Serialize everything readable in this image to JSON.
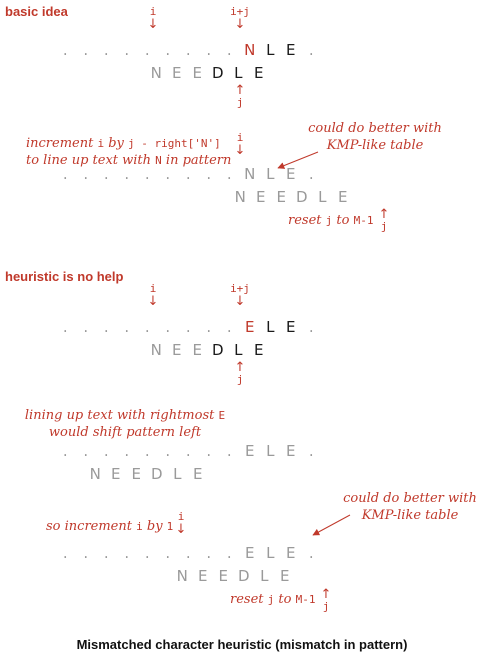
{
  "sections": {
    "basic": "basic idea",
    "heuristic": "heuristic is no help"
  },
  "pointers": {
    "i": "i",
    "j": "j",
    "ij": "i+j",
    "arrow_down": "↓",
    "arrow_up": "↑"
  },
  "notes": {
    "increment_l1_pre": "increment ",
    "increment_l1_code": "i",
    "increment_l1_mid": " by ",
    "increment_l1_code2": "j - right['N']",
    "increment_l2_pre": "to line up text with ",
    "increment_l2_code": "N",
    "increment_l2_post": " in pattern",
    "better_l1": "could do better with",
    "better_l2": "KMP-like table",
    "reset_pre": "reset ",
    "reset_code1": "j",
    "reset_mid": " to ",
    "reset_code2": "M-1",
    "lining_l1_pre": "lining up text with rightmost ",
    "lining_l1_code": "E",
    "lining_l2": "would shift pattern left",
    "so_pre": "so increment ",
    "so_code1": "i",
    "so_mid": " by ",
    "so_code2": "1",
    "reset2_pre": "reset ",
    "reset2_code1": "j",
    "reset2_mid": " to ",
    "reset2_code2": "M-1"
  },
  "rows": {
    "text_dot": ".",
    "r1_text": [
      "N",
      "L",
      "E"
    ],
    "r1_pat": [
      "N",
      "E",
      "E",
      "D",
      "L",
      "E"
    ],
    "r2_text": [
      "N",
      "L",
      "E"
    ],
    "r2_pat": [
      "N",
      "E",
      "E",
      "D",
      "L",
      "E"
    ],
    "r3_text": [
      "E",
      "L",
      "E"
    ],
    "r3_pat": [
      "N",
      "E",
      "E",
      "D",
      "L",
      "E"
    ],
    "r4_text": [
      "E",
      "L",
      "E"
    ],
    "r4_pat": [
      "N",
      "E",
      "E",
      "D",
      "L",
      "E"
    ],
    "r5_text": [
      "E",
      "L",
      "E"
    ],
    "r5_pat": [
      "N",
      "E",
      "E",
      "D",
      "L",
      "E"
    ]
  },
  "caption": "Mismatched character heuristic (mismatch in pattern)",
  "colors": {
    "accent": "#c0392b",
    "gray": "#9a9a9a",
    "black": "#1a1a1a"
  }
}
